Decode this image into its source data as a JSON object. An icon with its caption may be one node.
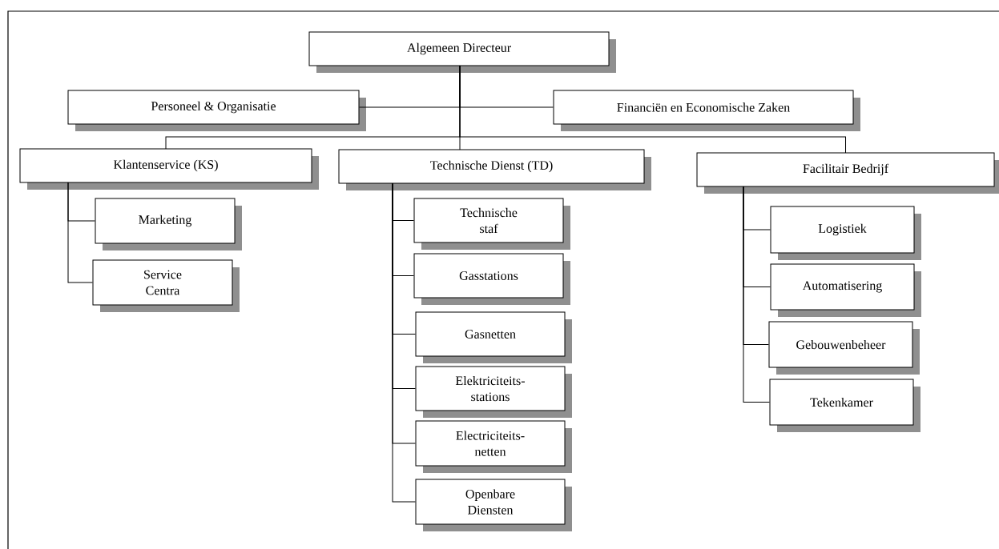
{
  "diagram": {
    "nodes": [
      {
        "text": [
          "Algemeen Directeur"
        ]
      },
      {
        "text": [
          "Personeel & Organisatie"
        ]
      },
      {
        "text": [
          "Financiën en Economische Zaken"
        ]
      },
      {
        "text": [
          "Klantenservice (KS)"
        ]
      },
      {
        "text": [
          "Technische Dienst (TD)"
        ]
      },
      {
        "text": [
          "Facilitair Bedrijf"
        ]
      },
      {
        "text": [
          "Marketing"
        ]
      },
      {
        "text": [
          "Service Centra"
        ]
      },
      {
        "text": [
          "Technische staf"
        ]
      },
      {
        "text": [
          "Gasstations"
        ]
      },
      {
        "text": [
          "Gasnetten"
        ]
      },
      {
        "text": [
          "Elektriciteits- stations"
        ]
      },
      {
        "text": [
          "Electriciteits- netten"
        ]
      },
      {
        "text": [
          "Openbare Diensten"
        ]
      },
      {
        "text": [
          "Logistiek"
        ]
      },
      {
        "text": [
          "Automatisering"
        ]
      },
      {
        "text": [
          "Gebouwenbeheer"
        ]
      },
      {
        "text": [
          "Tekenkamer"
        ]
      }
    ],
    "edges": [
      {
        "from": 0,
        "to": 1,
        "arrow": "none"
      },
      {
        "from": 0,
        "to": 2,
        "arrow": "none"
      },
      {
        "from": 0,
        "to": 3,
        "arrow": "none"
      },
      {
        "from": 0,
        "to": 4,
        "arrow": "none"
      },
      {
        "from": 0,
        "to": 5,
        "arrow": "none"
      },
      {
        "from": 3,
        "to": 6,
        "arrow": "none"
      },
      {
        "from": 3,
        "to": 7,
        "arrow": "none"
      },
      {
        "from": 4,
        "to": 8,
        "arrow": "none"
      },
      {
        "from": 4,
        "to": 9,
        "arrow": "none"
      },
      {
        "from": 4,
        "to": 10,
        "arrow": "none"
      },
      {
        "from": 4,
        "to": 11,
        "arrow": "none"
      },
      {
        "from": 4,
        "to": 12,
        "arrow": "none"
      },
      {
        "from": 4,
        "to": 13,
        "arrow": "none"
      },
      {
        "from": 5,
        "to": 14,
        "arrow": "none"
      },
      {
        "from": 5,
        "to": 15,
        "arrow": "none"
      },
      {
        "from": 5,
        "to": 16,
        "arrow": "none"
      },
      {
        "from": 5,
        "to": 17,
        "arrow": "none"
      }
    ]
  }
}
